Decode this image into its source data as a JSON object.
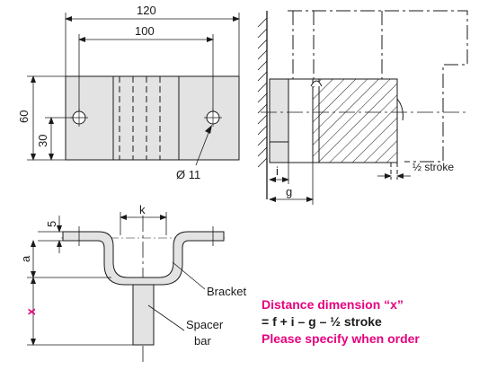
{
  "colors": {
    "accent": "#e6007e",
    "part_fill": "#e3e3e3",
    "line": "#1a1a1a"
  },
  "labels": {
    "width_overall": "120",
    "hole_spacing": "100",
    "height": "60",
    "hole_height": "30",
    "hole_diameter": "Ø 11",
    "half_stroke": "½ stroke",
    "dim_i": "i",
    "dim_g": "g",
    "dim_k": "k",
    "dim_5": "5",
    "dim_a": "a",
    "dim_x": "x",
    "bracket": "Bracket",
    "spacer_line1": "Spacer",
    "spacer_line2": "bar"
  },
  "note": {
    "line1": "Distance dimension “x”",
    "line2": "= f + i – g – ½ stroke",
    "line3": "Please specify when order"
  }
}
